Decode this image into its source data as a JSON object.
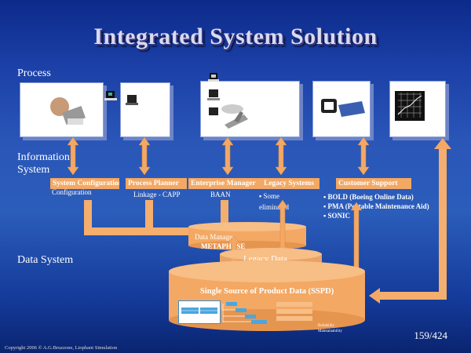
{
  "title": "Integrated System Solution",
  "sections": {
    "process": "Process",
    "information_system": "Information System",
    "data_system": "Data System"
  },
  "info_labels": {
    "system_configuration": "System Configuration",
    "process_planner": "Process Planner",
    "enterprise_manager": "Enterprise Manager",
    "legacy_systems": "Legacy Systems",
    "customer_support": "Customer Support"
  },
  "info_details": {
    "configuration_sub": "Configuration",
    "linkage": "Linkage - CAPP",
    "baan": "BAAN",
    "some_eliminated": "Some eliminated",
    "support_items": [
      "BOLD (Boeing Online Data)",
      "PMA (Portable Maintenance Aid)",
      "SONIC"
    ]
  },
  "data_labels": {
    "data_manager": "Data Manager",
    "metaphase": "METAPHASE",
    "legacy_data_bases": "Legacy Data Bases",
    "sspd": "Single Source of Product Data (SSPD)",
    "reliability": "Reliability",
    "maintainability": "Maintainability"
  },
  "footer": "Copyright 2006 © A.G.Bruzzone, Liophant Simulation",
  "page_number": "159/424"
}
